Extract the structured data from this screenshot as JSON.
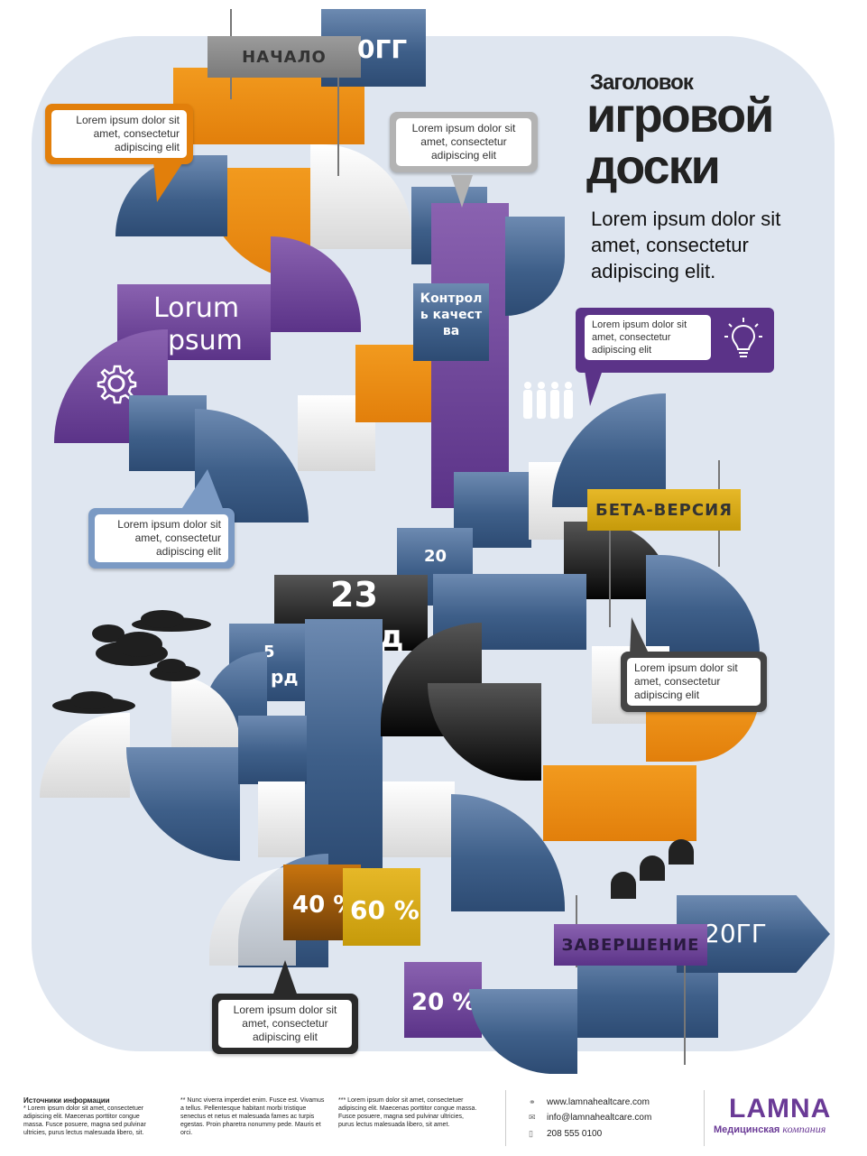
{
  "title": {
    "line1": "Заголовок",
    "line2": "игровой",
    "line3": "доски",
    "description": "Lorem ipsum dolor sit amet, consectetur adipiscing elit."
  },
  "tags": {
    "start": "НАЧАЛО",
    "start_year": "0ГГ",
    "beta": "БЕТА-ВЕРСИЯ",
    "finish": "ЗАВЕРШЕНИЕ",
    "finish_year": "20ГГ"
  },
  "blocks": {
    "lorum": "Lorum",
    "ipsum": "psum",
    "quality": "Контроль качества",
    "big_number": "23",
    "big_suffix": "д",
    "small_20": "20",
    "small_5": "5",
    "small_rd": "рд"
  },
  "percents": {
    "p40": "40 %",
    "p60": "60 %",
    "p20": "20 %"
  },
  "callouts": {
    "c1": "Lorem ipsum dolor sit amet, consectetur adipiscing elit",
    "c2": "Lorem ipsum dolor sit amet, consectetur adipiscing elit",
    "c3": "Lorem ipsum dolor sit amet, consectetur adipiscing elit",
    "c4": "Lorem ipsum dolor sit amet, consectetur adipiscing elit",
    "c5": "Lorem ipsum dolor sit amet, consectetur adipiscing elit",
    "c6": "Lorem ipsum dolor sit amet, consectetur adipiscing elit"
  },
  "footer": {
    "sources_title": "Источники информации",
    "col1": "* Lorem ipsum dolor sit amet, consectetuer adipiscing elit. Maecenas porttitor congue massa. Fusce posuere, magna sed pulvinar ultricies, purus lectus malesuada libero, sit.",
    "col2": "** Nunc viverra imperdiet enim. Fusce est. Vivamus a tellus. Pellentesque habitant morbi tristique senectus et netus et malesuada fames ac turpis egestas. Proin pharetra nonummy pede. Mauris et orci.",
    "col3": "*** Lorem ipsum dolor sit amet, consectetuer adipiscing elit. Maecenas porttitor congue massa. Fusce posuere, magna sed pulvinar ultricies, purus lectus malesuada libero, sit amet.",
    "website": "www.lamnahealtcare.com",
    "email": "info@lamnahealtcare.com",
    "phone": "208 555 0100",
    "brand": "LAMNA",
    "brand_sub_bold": "Медицинская",
    "brand_sub_italic": "компания"
  },
  "colors": {
    "blue": "#3e5f89",
    "purple": "#5b3388",
    "orange": "#e27f0b",
    "gold": "#e6b828",
    "board": "#dfe6f0",
    "brand": "#6a3a96"
  }
}
